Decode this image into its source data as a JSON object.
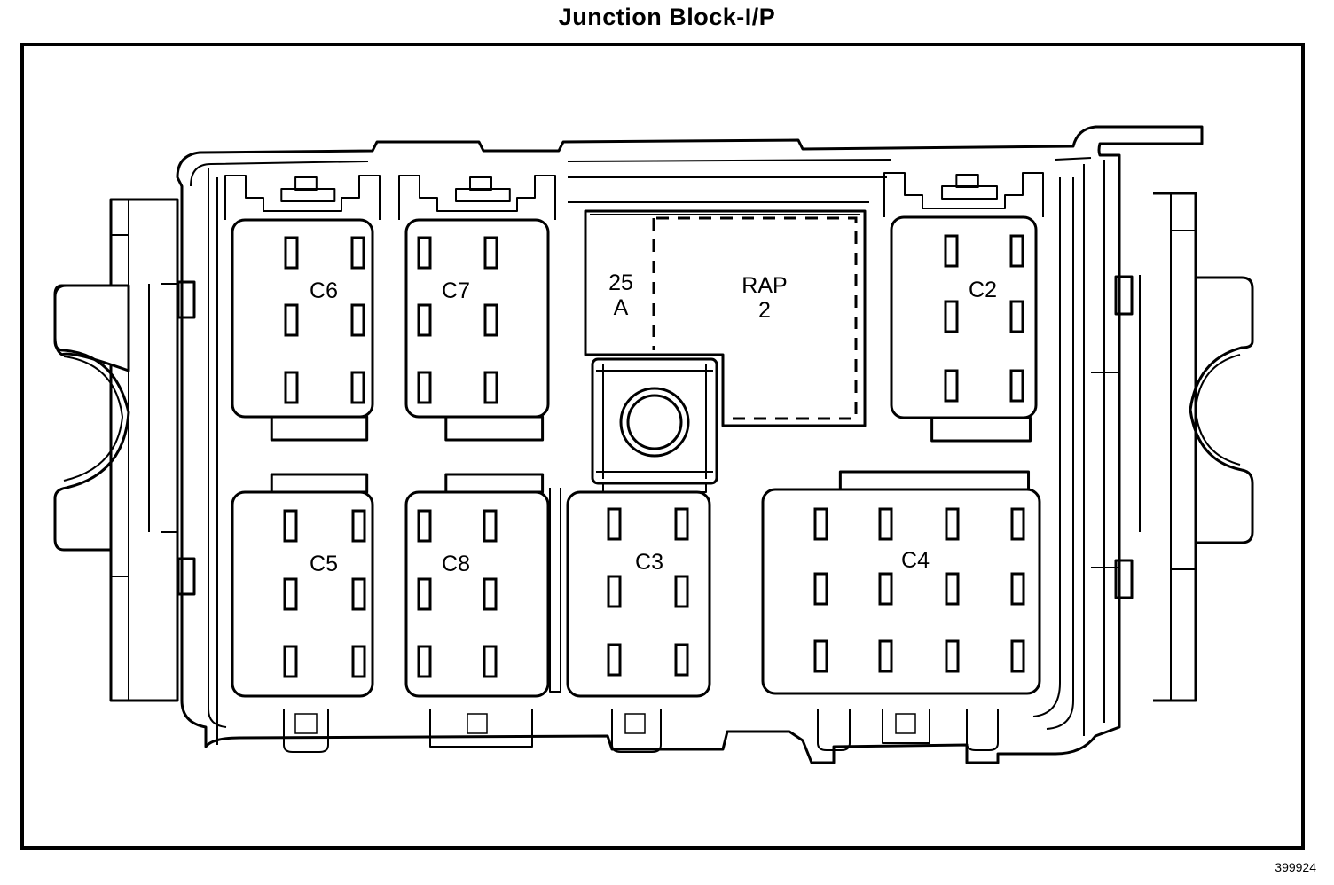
{
  "title": "Junction Block-I/P",
  "figure_id": "399924",
  "fuse": {
    "rating_line1": "25",
    "rating_line2": "A"
  },
  "relay": {
    "line1": "RAP",
    "line2": "2"
  },
  "connectors": {
    "c6": {
      "label": "C6",
      "pins": 6
    },
    "c7": {
      "label": "C7",
      "pins": 6
    },
    "c2": {
      "label": "C2",
      "pins": 6
    },
    "c5": {
      "label": "C5",
      "pins": 6
    },
    "c8": {
      "label": "C8",
      "pins": 6
    },
    "c3": {
      "label": "C3",
      "pins": 6
    },
    "c4": {
      "label": "C4",
      "pins": 12
    }
  }
}
